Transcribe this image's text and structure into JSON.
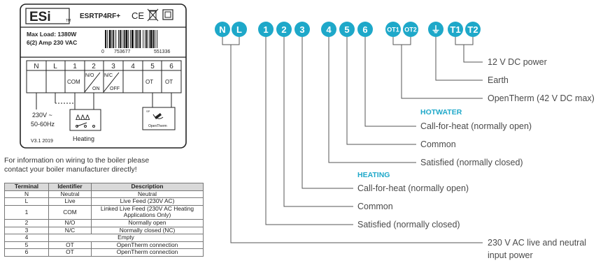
{
  "plate": {
    "brand": "ESi",
    "tm": "TM",
    "model": "ESRTP4RF+",
    "ce": "CE",
    "max_load": "Max Load: 1380W",
    "amp": "6(2) Amp 230 VAC",
    "barcode_left": "0",
    "barcode_mid": "753677",
    "barcode_right": "551336",
    "terminals": [
      "N",
      "L",
      "1",
      "2",
      "3",
      "4",
      "5",
      "6"
    ],
    "com": "COM",
    "no_on": [
      "N/O",
      "ON"
    ],
    "nc_off": [
      "N/C",
      "OFF"
    ],
    "ot": [
      "OT",
      "OT"
    ],
    "voltage": [
      "230V ~",
      "50-60Hz"
    ],
    "heating": "Heating",
    "opentherm": "OpenTherm",
    "version": "V3.1 2019"
  },
  "info_text": [
    "For information on wiring to the boiler please",
    "contact your boiler manufacturer directly!"
  ],
  "table": {
    "headers": [
      "Terminal",
      "Identifier",
      "Description"
    ],
    "rows": [
      {
        "t": "N",
        "i": "Neutral",
        "d": [
          "Neutral"
        ]
      },
      {
        "t": "L",
        "i": "Live",
        "d": [
          "Live Feed (230V AC)"
        ]
      },
      {
        "t": "1",
        "i": "COM",
        "d": [
          "Linked Live Feed (230V AC Heating",
          "Applications Only)"
        ]
      },
      {
        "t": "2",
        "i": "N/O",
        "d": [
          "Normally open"
        ]
      },
      {
        "t": "3",
        "i": "N/C",
        "d": [
          "Normally closed (NC)"
        ]
      },
      {
        "t": "4",
        "i": "",
        "d": [
          "Empty"
        ],
        "merged": true
      },
      {
        "t": "5",
        "i": "OT",
        "d": [
          "OpenTherm connection"
        ]
      },
      {
        "t": "6",
        "i": "OT",
        "d": [
          "OpenTherm connection"
        ]
      }
    ]
  },
  "badges": [
    "N",
    "L",
    "1",
    "2",
    "3",
    "4",
    "5",
    "6",
    "OT1",
    "OT2",
    "⏚",
    "T1",
    "T2"
  ],
  "labels": {
    "t12v": "12 V DC power",
    "earth": "Earth",
    "ot": "OpenTherm (42 V DC max)",
    "hotwater": "HOTWATER",
    "hw_cfh": "Call-for-heat (normally open)",
    "hw_com": "Common",
    "hw_sat": "Satisfied (normally closed)",
    "heating": "HEATING",
    "h_cfh": "Call-for-heat (normally open)",
    "h_com": "Common",
    "h_sat": "Satisfied (normally closed)",
    "nl": [
      "230 V AC live and neutral",
      "input power"
    ]
  },
  "colors": {
    "accent": "#1ea8c9",
    "line": "#444444"
  }
}
